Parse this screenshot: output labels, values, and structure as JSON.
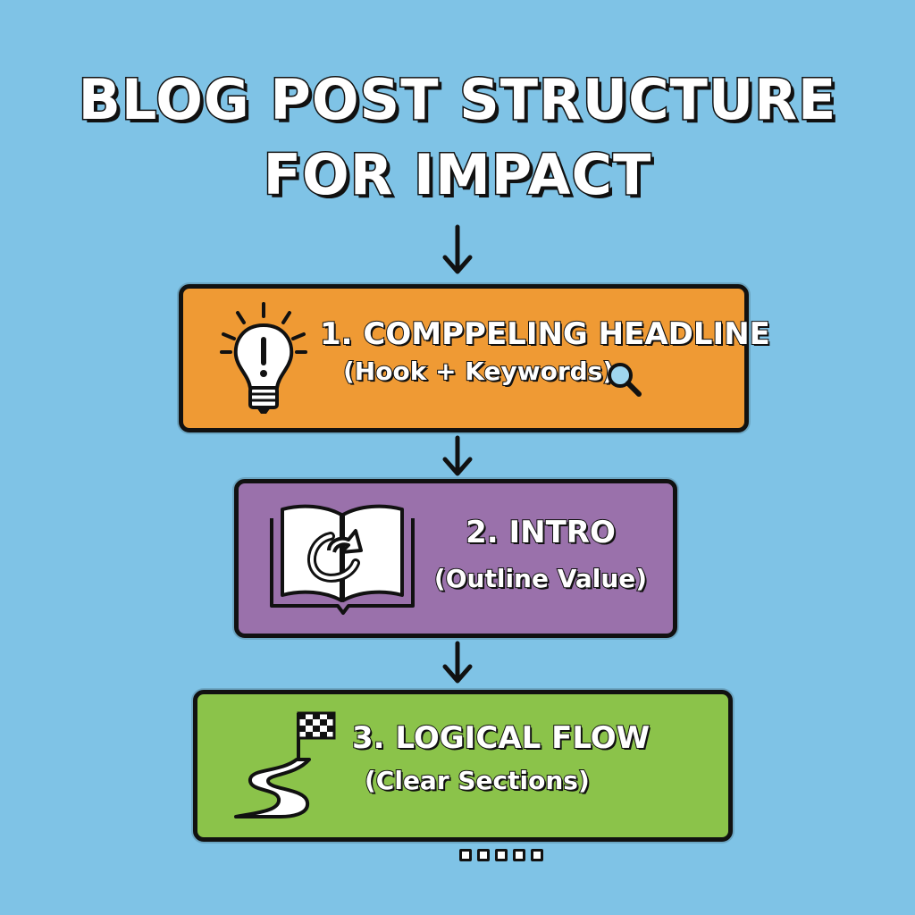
{
  "title": {
    "line1": "BLOG POST STRUCTURE",
    "line2": "FOR IMPACT"
  },
  "steps": [
    {
      "heading": "1. COMPPELING HEADLINE",
      "subtext": "(Hook + Keywords)",
      "color": "#ef9a34",
      "icon": "lightbulb-icon",
      "extra_icon": "magnifier-icon"
    },
    {
      "heading": "2. INTRO",
      "subtext": "(Outline Value)",
      "color": "#9a71ab",
      "icon": "open-book-icon"
    },
    {
      "heading": "3. LOGICAL FLOW",
      "subtext": "(Clear Sections)",
      "color": "#8bc34a",
      "icon": "winding-road-flag-icon"
    }
  ],
  "colors": {
    "background": "#7fc3e6",
    "outline": "#111111"
  }
}
